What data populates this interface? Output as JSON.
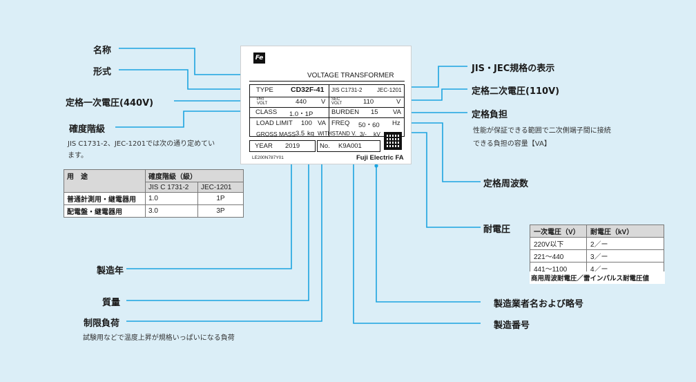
{
  "callouts": {
    "name": "名称",
    "model": "形式",
    "primary_voltage": "定格一次電圧(440V)",
    "accuracy_class": "確度階級",
    "accuracy_note_1": "JIS C1731-2、JEC-1201では次の通り定めてい",
    "accuracy_note_2": "ます。",
    "year": "製造年",
    "mass": "質量",
    "load_limit": "制限負荷",
    "load_limit_note": "試験用などで温度上昇が規格いっぱいになる負荷",
    "jis_jec": "JIS・JEC規格の表示",
    "secondary_voltage": "定格二次電圧(110V)",
    "burden": "定格負担",
    "burden_note_1": "性能が保証できる範囲で二次側端子間に接続",
    "burden_note_2": "できる負担の容量【VA】",
    "frequency": "定格周波数",
    "withstand": "耐電圧",
    "maker": "製造業者名および略号",
    "serial": "製造番号"
  },
  "plate": {
    "logo": "Fe",
    "title": "VOLTAGE TRANSFORMER",
    "type_label": "TYPE",
    "type_value": "CD32F-41",
    "std_jis": "JIS C1731-2",
    "std_jec": "JEC-1201",
    "pri_label_1": "PRI",
    "pri_label_2": "VOLT",
    "pri_value": "440",
    "pri_unit": "V",
    "sec_label_1": "SEC",
    "sec_label_2": "VOLT",
    "sec_value": "110",
    "sec_unit": "V",
    "class_label": "CLASS",
    "class_value": "1.0・1P",
    "burden_label": "BURDEN",
    "burden_value": "15",
    "burden_unit": "VA",
    "load_label": "LOAD LIMIT",
    "load_value": "100",
    "load_unit": "VA",
    "freq_label": "FREQ",
    "freq_value": "50・60",
    "freq_unit": "Hz",
    "mass_label": "GROSS MASS",
    "mass_value": "3.5",
    "mass_unit": "kg",
    "withstand_label": "WITHSTAND V.",
    "withstand_value": "3/-",
    "withstand_unit": "kV",
    "year_label": "YEAR",
    "year_value": "2019",
    "no_label": "No.",
    "no_value": "K9A001",
    "doc_code": "LE200N787Y01",
    "maker": "Fuji Electric FA"
  },
  "accuracy_table": {
    "header_use": "用　途",
    "header_class": "確度階級（級）",
    "sub_jis": "JIS C 1731-2",
    "sub_jec": "JEC-1201",
    "rows": [
      {
        "use": "普通計測用・継電器用",
        "jis": "1.0",
        "jec": "1P"
      },
      {
        "use": "配電盤・継電器用",
        "jis": "3.0",
        "jec": "3P"
      }
    ]
  },
  "withstand_table": {
    "header_primary": "一次電圧（V）",
    "header_withstand": "耐電圧（kV）",
    "rows": [
      {
        "primary": "220V以下",
        "withstand": "2／ー"
      },
      {
        "primary": "221〜440",
        "withstand": "3／ー"
      },
      {
        "primary": "441〜1100",
        "withstand": "4／ー"
      }
    ],
    "note": "商用周波耐電圧／雷インパルス耐電圧値"
  },
  "colors": {
    "background": "#dbeef7",
    "leader": "#1ba4e0"
  }
}
